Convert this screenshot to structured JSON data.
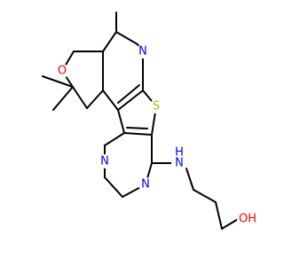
{
  "colors": {
    "background": "#ffffff",
    "bond": "#000000",
    "nitrogen": "#0000ff",
    "oxygen": "#ff0000",
    "sulfur": "#b8b800"
  },
  "atoms": {
    "o_ring": {
      "label": "O",
      "element": "oxygen"
    },
    "n_pyridine": {
      "label": "N",
      "element": "nitrogen"
    },
    "s_thiophene": {
      "label": "S",
      "element": "sulfur"
    },
    "n_pyrimidine_1": {
      "label": "N",
      "element": "nitrogen"
    },
    "n_pyrimidine_2": {
      "label": "N",
      "element": "nitrogen"
    },
    "nh_amine": {
      "label": "H",
      "element": "nitrogen"
    },
    "n_amine": {
      "label": "N",
      "element": "nitrogen"
    },
    "oh_hydroxyl": {
      "label": "OH",
      "element": "oxygen"
    }
  }
}
